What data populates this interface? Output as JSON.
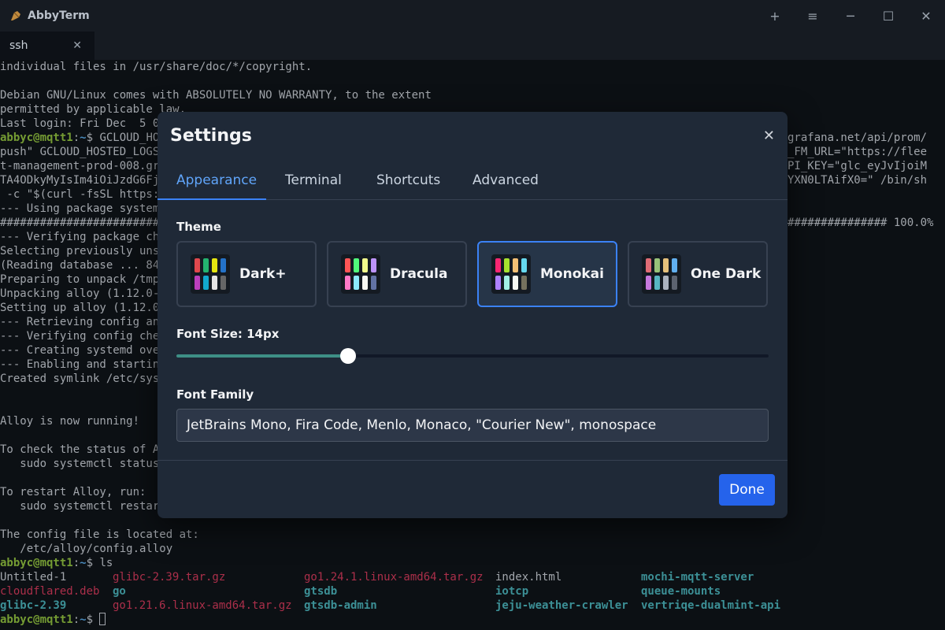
{
  "app": {
    "title": "AbbyTerm"
  },
  "window_controls": [
    {
      "name": "new-tab-icon",
      "glyph": "+"
    },
    {
      "name": "menu-icon",
      "glyph": "≡"
    },
    {
      "name": "minimize-icon",
      "glyph": "─"
    },
    {
      "name": "maximize-icon",
      "glyph": "☐"
    },
    {
      "name": "close-window-icon",
      "glyph": "✕"
    }
  ],
  "tabs": [
    {
      "label": "ssh",
      "close": "✕"
    }
  ],
  "terminal": {
    "lines": [
      {
        "text": "individual files in /usr/share/doc/*/copyright."
      },
      {
        "text": ""
      },
      {
        "text": "Debian GNU/Linux comes with ABSOLUTELY NO WARRANTY, to the extent"
      },
      {
        "text": "permitted by applicable law."
      },
      {
        "text": "Last login: Fri Dec  5 0"
      },
      {
        "prompt": true,
        "text": "GCLOUD_HO",
        "tail": "grafana.net/api/prom/"
      },
      {
        "text": "push\" GCLOUD_HOSTED_LOGS",
        "tail": "_FM_URL=\"https://flee"
      },
      {
        "text": "t-management-prod-008.gr",
        "tail": "PI_KEY=\"glc_eyJvIjoiM"
      },
      {
        "text": "TA4ODkyMyIsIm4iOiJzdG6Fja",
        "tail": "YXN0LTAifX0=\" /bin/sh"
      },
      {
        "text": " -c \"$(curl -fsSL https:"
      },
      {
        "text": "--- Using package system"
      },
      {
        "text": "###########################",
        "tail": "############### 100.0%"
      },
      {
        "text": "--- Verifying package ch"
      },
      {
        "text": "Selecting previously uns"
      },
      {
        "text": "(Reading database ... 84"
      },
      {
        "text": "Preparing to unpack /tmp"
      },
      {
        "text": "Unpacking alloy (1.12.0-"
      },
      {
        "text": "Setting up alloy (1.12.0"
      },
      {
        "text": "--- Retrieving config an"
      },
      {
        "text": "--- Verifying config che"
      },
      {
        "text": "--- Creating systemd ove"
      },
      {
        "text": "--- Enabling and startin"
      },
      {
        "text": "Created symlink /etc/sys"
      },
      {
        "text": ""
      },
      {
        "text": ""
      },
      {
        "text": "Alloy is now running!"
      },
      {
        "text": ""
      },
      {
        "text": "To check the status of A"
      },
      {
        "text": "   sudo systemctl status"
      },
      {
        "text": ""
      },
      {
        "text": "To restart Alloy, run:"
      },
      {
        "text": "   sudo systemctl restar"
      },
      {
        "text": ""
      },
      {
        "text": "The config file is located at:"
      },
      {
        "text": "   /etc/alloy/config.alloy"
      },
      {
        "prompt": true,
        "text": "ls"
      }
    ],
    "prompt_user": "abbyc@mqtt1",
    "prompt_sep": ":",
    "prompt_path": "~",
    "prompt_sym": "$ ",
    "ls_rows": [
      [
        {
          "t": "Untitled-1",
          "c": "ls-white"
        },
        {
          "t": "glibc-2.39.tar.gz",
          "c": "ls-red"
        },
        {
          "t": "go1.24.1.linux-amd64.tar.gz",
          "c": "ls-red"
        },
        {
          "t": "index.html",
          "c": "ls-white"
        },
        {
          "t": "mochi-mqtt-server",
          "c": "ls-cyan"
        }
      ],
      [
        {
          "t": "cloudflared.deb",
          "c": "ls-red"
        },
        {
          "t": "go",
          "c": "ls-cyan"
        },
        {
          "t": "gtsdb",
          "c": "ls-cyan"
        },
        {
          "t": "iotcp",
          "c": "ls-cyan"
        },
        {
          "t": "queue-mounts",
          "c": "ls-cyan"
        }
      ],
      [
        {
          "t": "glibc-2.39",
          "c": "ls-cyan"
        },
        {
          "t": "go1.21.6.linux-amd64.tar.gz",
          "c": "ls-red"
        },
        {
          "t": "gtsdb-admin",
          "c": "ls-cyan"
        },
        {
          "t": "jeju-weather-crawler",
          "c": "ls-cyan"
        },
        {
          "t": "vertriqe-dualmint-api",
          "c": "ls-cyan"
        }
      ]
    ]
  },
  "settings": {
    "title": "Settings",
    "close": "✕",
    "tabs": [
      {
        "label": "Appearance",
        "active": true
      },
      {
        "label": "Terminal",
        "active": false
      },
      {
        "label": "Shortcuts",
        "active": false
      },
      {
        "label": "Advanced",
        "active": false
      }
    ],
    "theme_label": "Theme",
    "themes": [
      {
        "name": "Dark+",
        "selected": false,
        "colors": [
          "#e0484d",
          "#23b36f",
          "#e5e510",
          "#2472c8",
          "#bc3fbc",
          "#11a8cd",
          "#e5e5e5",
          "#666666"
        ]
      },
      {
        "name": "Dracula",
        "selected": false,
        "colors": [
          "#ff5555",
          "#50fa7b",
          "#f1fa8c",
          "#bd93f9",
          "#ff79c6",
          "#8be9fd",
          "#f8f8f2",
          "#6272a4"
        ]
      },
      {
        "name": "Monokai",
        "selected": true,
        "colors": [
          "#f92672",
          "#a6e22e",
          "#f4bf75",
          "#66d9ef",
          "#ae81ff",
          "#a1efe4",
          "#f8f8f2",
          "#75715e"
        ]
      },
      {
        "name": "One Dark",
        "selected": false,
        "colors": [
          "#e06c75",
          "#98c379",
          "#e5c07b",
          "#61afef",
          "#c678dd",
          "#56b6c2",
          "#abb2bf",
          "#5c6370"
        ]
      }
    ],
    "font_size_label": "Font Size: 14px",
    "font_size_fraction": 0.29,
    "font_family_label": "Font Family",
    "font_family_value": "JetBrains Mono, Fira Code, Menlo, Monaco, \"Courier New\", monospace",
    "done_label": "Done"
  }
}
